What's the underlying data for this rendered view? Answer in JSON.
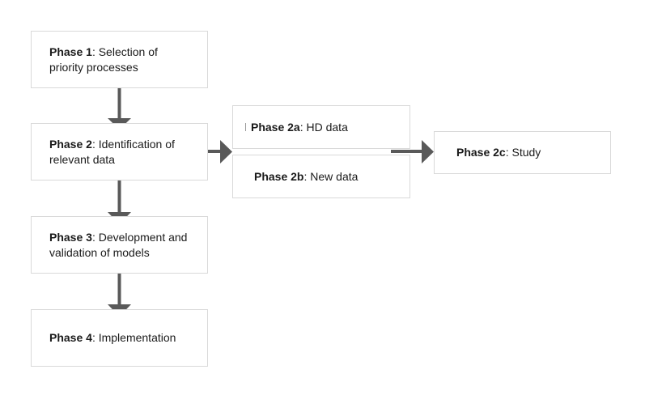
{
  "phases": {
    "p1": {
      "bold": "Phase 1",
      "rest": ": Selection of priority processes"
    },
    "p2": {
      "bold": "Phase 2",
      "rest": ": Identification of relevant data"
    },
    "p3": {
      "bold": "Phase 3",
      "rest": ": Development and validation of models"
    },
    "p4": {
      "bold": "Phase 4",
      "rest": ": Implementation"
    },
    "p2a": {
      "bold": "Phase 2a",
      "rest": ": HD data"
    },
    "p2b": {
      "bold": "Phase 2b",
      "rest": ": New data"
    },
    "p2c": {
      "bold": "Phase 2c",
      "rest": ": Study"
    }
  },
  "colors": {
    "arrow": "#595959",
    "border": "#d9d9d9"
  }
}
